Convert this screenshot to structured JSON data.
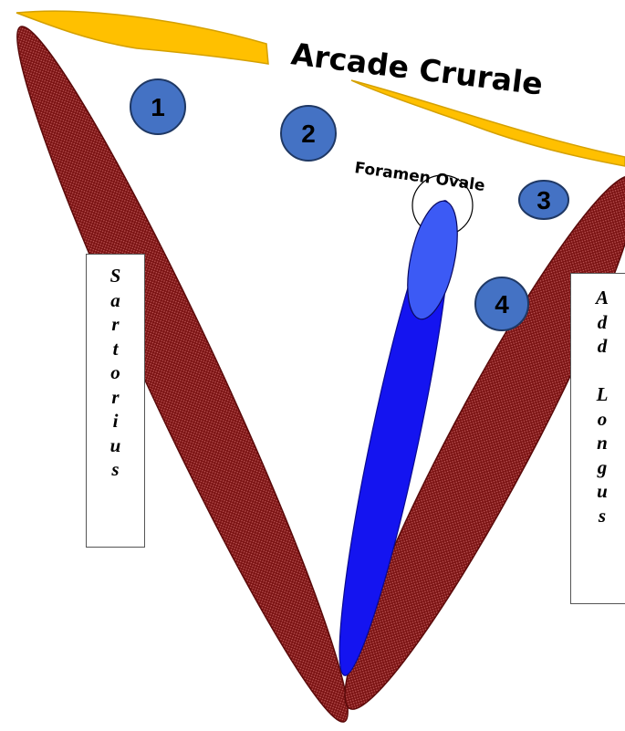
{
  "title": "Arcade Crurale",
  "subtitle": "Foramen Ovale",
  "markers": [
    "1",
    "2",
    "3",
    "4"
  ],
  "muscles": {
    "left": {
      "label": "Sartorius"
    },
    "right": {
      "label": "Add Longus"
    }
  },
  "colors": {
    "ligament": "#FFC000",
    "muscle": "#8B1A1A",
    "vein": "#1414F0",
    "vein_highlight": "#3C5AF5",
    "marker_fill": "#4472C4",
    "marker_stroke": "#1F3864"
  }
}
